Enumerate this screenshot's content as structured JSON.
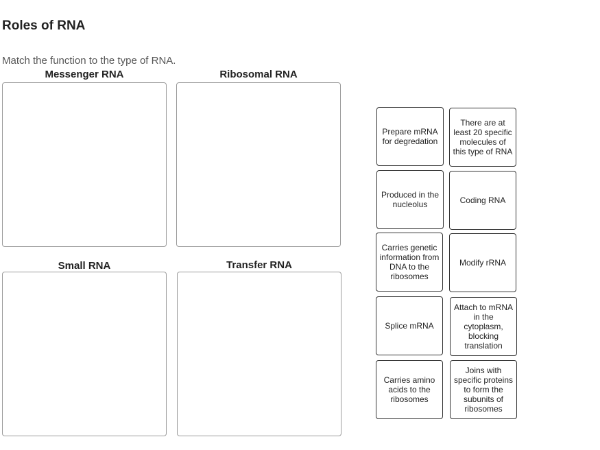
{
  "header": {
    "title": "Roles of RNA",
    "instructions": "Match the function to the type of RNA."
  },
  "zones": [
    {
      "label": "Messenger RNA"
    },
    {
      "label": "Ribosomal RNA"
    },
    {
      "label": "Small RNA"
    },
    {
      "label": "Transfer RNA"
    }
  ],
  "cards": [
    {
      "text": "Prepare mRNA for degredation"
    },
    {
      "text": "There are at least 20 specific molecules of this type of RNA"
    },
    {
      "text": "Produced in the nucleolus"
    },
    {
      "text": "Coding RNA"
    },
    {
      "text": "Carries genetic information from DNA to the ribosomes"
    },
    {
      "text": "Modify rRNA"
    },
    {
      "text": "Splice mRNA"
    },
    {
      "text": "Attach to mRNA in the cytoplasm, blocking translation"
    },
    {
      "text": "Carries amino acids to the ribosomes"
    },
    {
      "text": "Joins with specific proteins to form the subunits of ribosomes"
    }
  ]
}
